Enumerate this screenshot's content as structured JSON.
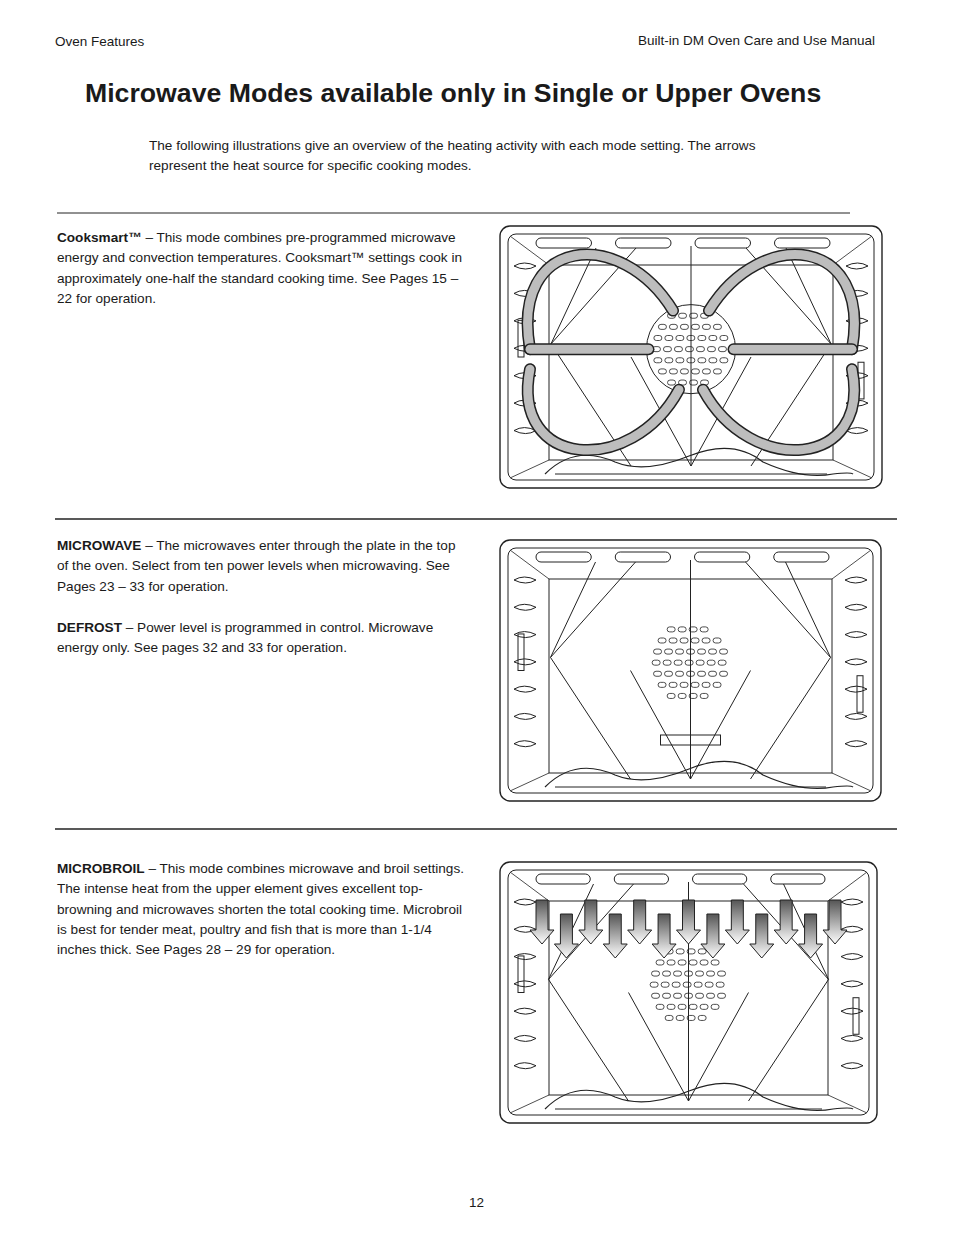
{
  "diagram": {
    "title": "Microwave Modes available only in Single or Upper Ovens",
    "labels": [
      "Oven Features",
      "Built-in DM Oven Care and Use Manual",
      "The following illustrations give an overview of the heating activity with each mode setting. The arrows represent the heat source for specific cooking modes.",
      "Cooksmart™",
      "– This mode combines pre-programmed microwave energy and convection temperatures. Cooksmart™ settings cook in approximately one-half the standard cooking time. See Pages 15 – 22 for operation.",
      "MICROWAVE",
      "– The microwaves enter through the plate in the top of the oven. Select from ten power levels when microwaving. See Pages 23 – 33 for operation.",
      "DEFROST",
      "– Power level is programmed in control. Microwave energy only. See pages 32 and 33 for operation.",
      "MICROBROIL",
      "– This mode combines microwave and broil settings. The intense heat from the upper element gives excellent top-browning and microwaves shorten the total cooking time. Microbroil is best for tender meat, poultry and fish that is more than 1-1/4 inches thick. See Pages 28 – 29 for operation.",
      "12"
    ]
  }
}
